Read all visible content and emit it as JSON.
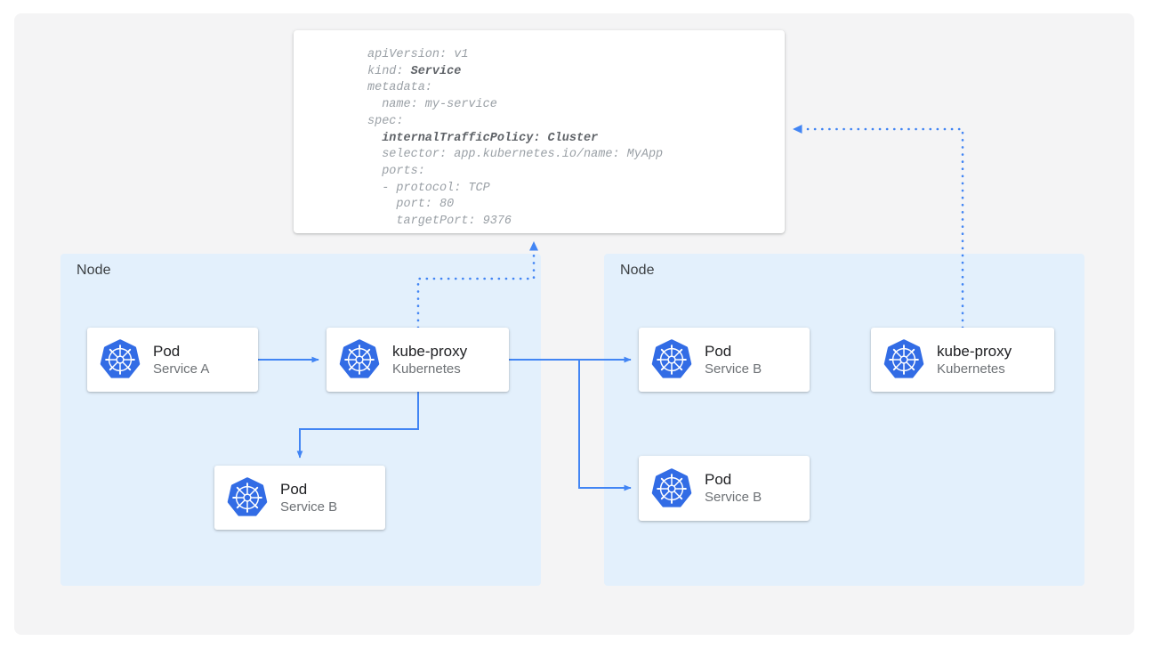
{
  "theme": {
    "canvas_bg": "#f4f4f5",
    "node_bg": "#e3f0fc",
    "card_bg": "#ffffff",
    "arrow_color": "#4285f4",
    "dotted_color": "#4285f4",
    "k8s_blue": "#326ce5",
    "title_color": "#202124",
    "subtitle_color": "#6d7175",
    "code_color": "#9aa0a6",
    "code_bold_color": "#5f6368"
  },
  "manifest": {
    "name": "service-manifest",
    "lines": [
      {
        "text": "apiVersion: v1"
      },
      {
        "text": "kind: ",
        "bold": "Service"
      },
      {
        "text": "metadata:"
      },
      {
        "text": "  name: my-service"
      },
      {
        "text": "spec:"
      },
      {
        "text": "  ",
        "bold": "internalTrafficPolicy: Cluster"
      },
      {
        "text": "  selector: app.kubernetes.io/name: MyApp"
      },
      {
        "text": "  ports:"
      },
      {
        "text": "  - protocol: TCP"
      },
      {
        "text": "    port: 80"
      },
      {
        "text": "    targetPort: 9376"
      }
    ]
  },
  "nodes": [
    {
      "label": "Node"
    },
    {
      "label": "Node"
    }
  ],
  "cards": {
    "pod_a": {
      "title": "Pod",
      "subtitle": "Service A",
      "icon": "kubernetes-icon"
    },
    "kubeproxy_l": {
      "title": "kube-proxy",
      "subtitle": "Kubernetes",
      "icon": "kubernetes-icon"
    },
    "pod_b_left": {
      "title": "Pod",
      "subtitle": "Service B",
      "icon": "kubernetes-icon"
    },
    "pod_b_r1": {
      "title": "Pod",
      "subtitle": "Service B",
      "icon": "kubernetes-icon"
    },
    "pod_b_r2": {
      "title": "Pod",
      "subtitle": "Service B",
      "icon": "kubernetes-icon"
    },
    "kubeproxy_r": {
      "title": "kube-proxy",
      "subtitle": "Kubernetes",
      "icon": "kubernetes-icon"
    }
  },
  "connectors": [
    {
      "name": "pod-a-to-kube-proxy",
      "style": "solid",
      "arrow": "end"
    },
    {
      "name": "kube-proxy-to-local-pod-b",
      "style": "solid",
      "arrow": "end"
    },
    {
      "name": "kube-proxy-to-remote-pod-b-top",
      "style": "solid",
      "arrow": "end"
    },
    {
      "name": "kube-proxy-to-remote-pod-b-bottom",
      "style": "solid",
      "arrow": "end"
    },
    {
      "name": "kube-proxy-left-to-manifest",
      "style": "dotted",
      "arrow": "end"
    },
    {
      "name": "kube-proxy-right-to-manifest",
      "style": "dotted",
      "arrow": "end"
    }
  ]
}
